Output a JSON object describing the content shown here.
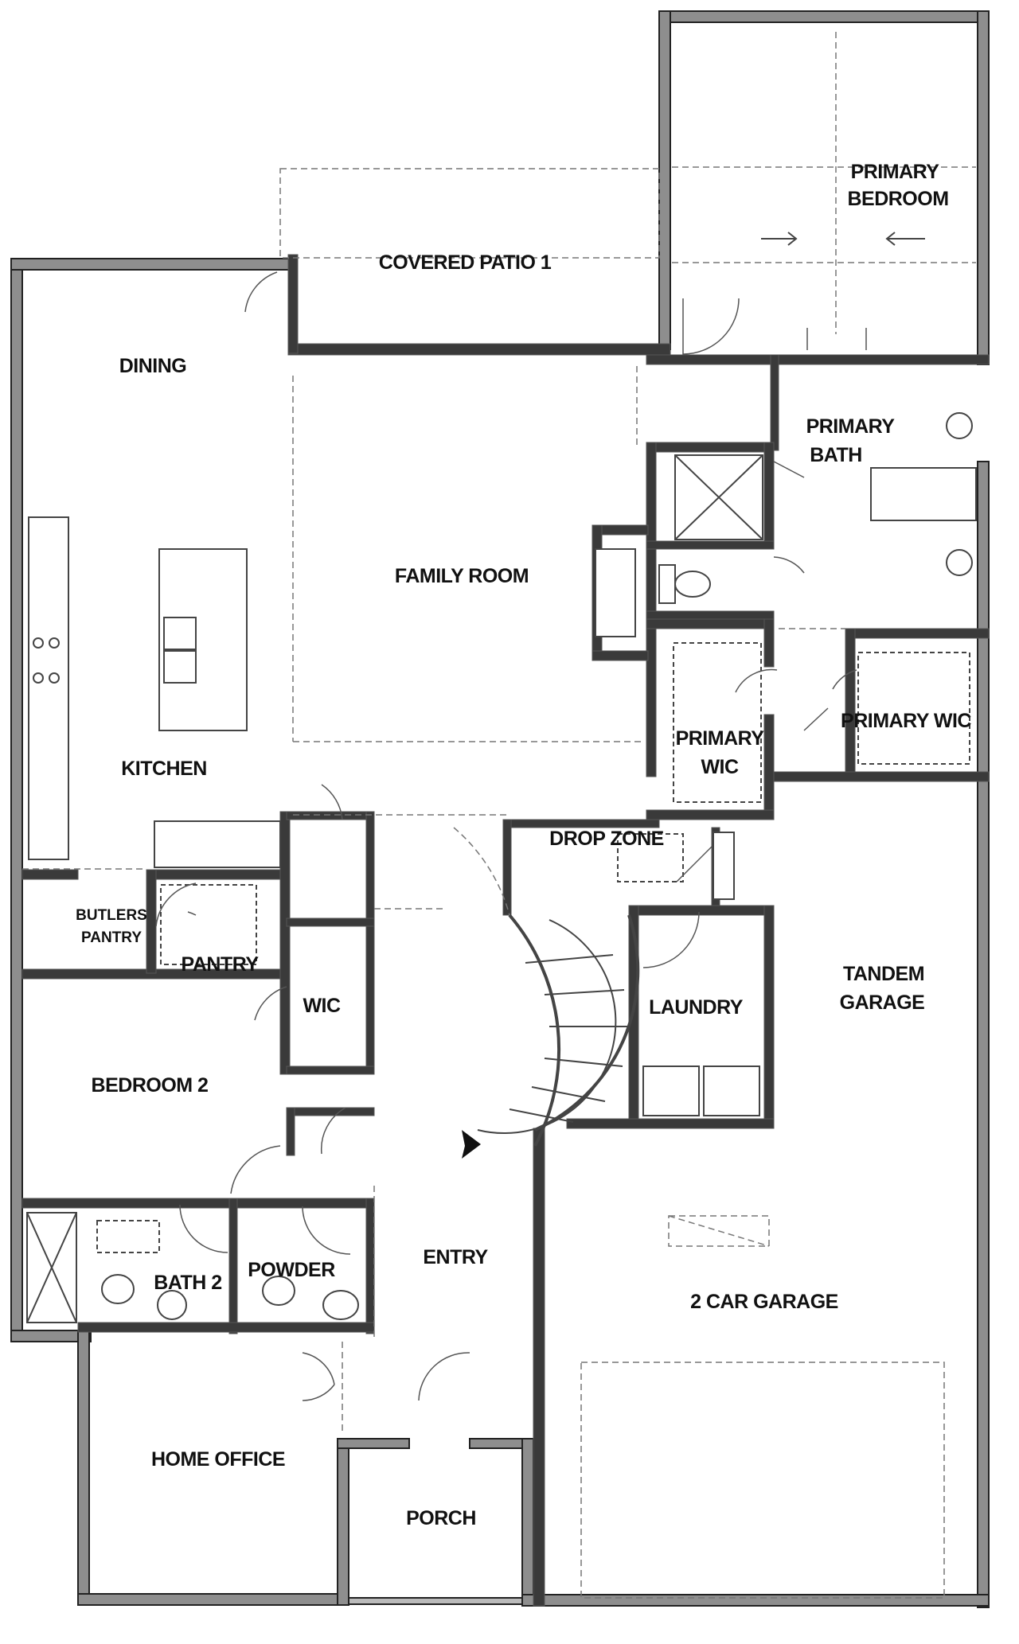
{
  "rooms": {
    "primary_bedroom": {
      "line1": "PRIMARY",
      "line2": "BEDROOM"
    },
    "covered_patio": "COVERED PATIO 1",
    "dining": "DINING",
    "primary_bath": {
      "line1": "PRIMARY",
      "line2": "BATH"
    },
    "family_room": "FAMILY ROOM",
    "kitchen": "KITCHEN",
    "primary_wic_left": {
      "line1": "PRIMARY",
      "line2": "WIC"
    },
    "primary_wic_right": "PRIMARY WIC",
    "drop_zone": "DROP ZONE",
    "butlers_pantry": {
      "line1": "BUTLERS",
      "line2": "PANTRY"
    },
    "pantry": "PANTRY",
    "wic": "WIC",
    "laundry": "LAUNDRY",
    "tandem_garage": {
      "line1": "TANDEM",
      "line2": "GARAGE"
    },
    "bedroom2": "BEDROOM 2",
    "entry": "ENTRY",
    "bath2": "BATH 2",
    "powder": "POWDER",
    "two_car_garage": "2 CAR GARAGE",
    "home_office": "HOME OFFICE",
    "porch": "PORCH"
  }
}
